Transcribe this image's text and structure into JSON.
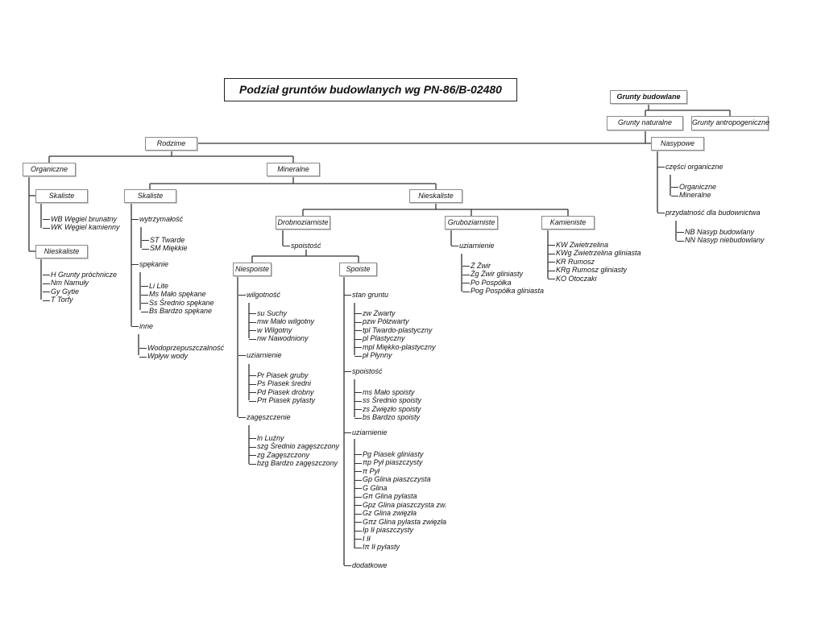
{
  "title": "Podział gruntów budowlanych wg PN-86/B-02480",
  "root": "Grunty budowlane",
  "naturalne": "Grunty naturalne",
  "antropogeniczne": "Grunty antropogeniczne",
  "rodzime": "Rodzime",
  "nasypowe": {
    "label": "Nasypowe",
    "czesci": {
      "label": "części organiczne",
      "items": [
        "Organiczne",
        "Mineralne"
      ]
    },
    "przydatnosc": {
      "label": "przydatność dla budownictwa",
      "items": [
        "NB Nasyp budowlany",
        "NN Nasyp niebudowlany"
      ]
    }
  },
  "organiczne": {
    "label": "Organiczne",
    "skaliste": {
      "label": "Skaliste",
      "items": [
        "WB Węgiel brunatny",
        "WK Węgiel kamienny"
      ]
    },
    "nieskaliste": {
      "label": "Nieskaliste",
      "items": [
        "H Grunty próchnicze",
        "Nm Namuły",
        "Gy Gytie",
        "T Torfy"
      ]
    }
  },
  "mineralne": {
    "label": "Mineralne",
    "skaliste": {
      "label": "Skaliste",
      "wytrzymalosc": {
        "label": "wytrzymałość",
        "items": [
          "ST Twarde",
          "SM Miękkie"
        ]
      },
      "spekanie": {
        "label": "spękanie",
        "items": [
          "Li Lite",
          "Ms Mało spękane",
          "Ss Średnio spękane",
          "Bs Bardzo spękane"
        ]
      },
      "inne": {
        "label": "inne",
        "items": [
          "Wodoprzepuszczalność",
          "Wpływ wody"
        ]
      }
    },
    "nieskaliste": {
      "label": "Nieskaliste",
      "drobno": {
        "label": "Drobnoziarniste",
        "spoistosc": "spoistość",
        "niespoiste": {
          "label": "Niespoiste",
          "wilgotnosc": {
            "label": "wilgotność",
            "items": [
              "su Suchy",
              "mw Mało wilgotny",
              "w Wilgotny",
              "nw Nawodniony"
            ]
          },
          "uziarnienie": {
            "label": "uziarnienie",
            "items": [
              "Pr Piasek gruby",
              "Ps Piasek średni",
              "Pd Piasek drobny",
              "Pπ Piasek pylasty"
            ]
          },
          "zageszczenie": {
            "label": "zagęszczenie",
            "items": [
              "ln Luźny",
              "szg Średnio zagęszczony",
              "zg Zagęszczony",
              "bzg Bardzo zagęszczony"
            ]
          }
        },
        "spoiste": {
          "label": "Spoiste",
          "stan": {
            "label": "stan gruntu",
            "items": [
              "zw Zwarty",
              "pzw Półzwarty",
              "tpl Twardo-plastyczny",
              "pl Plastyczny",
              "mpl  Miękko-plastyczny",
              "pł Płynny"
            ]
          },
          "spoistosc": {
            "label": "spoistość",
            "items": [
              "ms Mało spoisty",
              "ss Średnio spoisty",
              "zs Zwięzło spoisty",
              "bs Bardzo spoisty"
            ]
          },
          "uziarnienie": {
            "label": "uziarnienie",
            "items": [
              "Pg Piasek gliniasty",
              "πp Pył piaszczysty",
              "π Pył",
              "Gp Glina piaszczysta",
              "G Glina",
              "Gπ Glina pylasta",
              "Gpz Glina piaszczysta zw.",
              "Gz Glina zwięzła",
              "Gπz Glina pylasta zwięzła",
              "Ip Ił piaszczysty",
              "I Ił",
              "Iπ Ił pylasty"
            ]
          },
          "dodatkowe": "dodatkowe"
        }
      },
      "grubo": {
        "label": "Gruboziarniste",
        "uziarnienie": {
          "label": "uziarnienie",
          "items": [
            "Ż Żwir",
            "Żg Żwir gliniasty",
            "Po Pospółka",
            "Pog Pospółka gliniasta"
          ]
        }
      },
      "kamieniste": {
        "label": "Kamieniste",
        "items": [
          "KW Zwietrzelina",
          "KWg Zwietrzelina gliniasta",
          "KR Rumosz",
          "KRg Rumosz gliniasty",
          "KO Otoczaki"
        ]
      }
    }
  }
}
